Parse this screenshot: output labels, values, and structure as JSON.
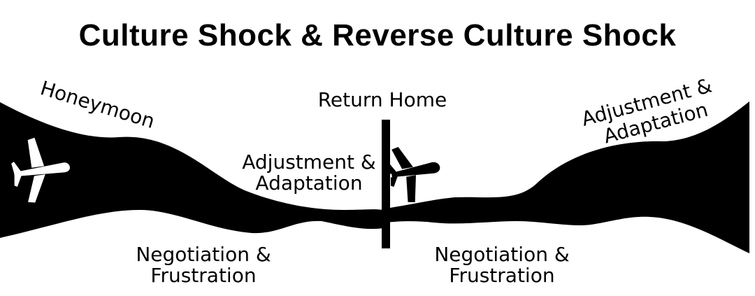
{
  "title": "Culture Shock & Reverse Culture Shock",
  "labels": {
    "honeymoon": "Honeymoon",
    "return_home": "Return Home",
    "adjust_mid_1": "Adjustment &",
    "adjust_mid_2": "Adaptation",
    "adjust_right_1": "Adjustment &",
    "adjust_right_2": "Adaptation",
    "neg_left_1": "Negotiation &",
    "neg_left_2": "Frustration",
    "neg_right_1": "Negotiation &",
    "neg_right_2": "Frustration"
  },
  "icons": {
    "plane_left": "airplane-icon",
    "plane_right": "airplane-icon",
    "divider": "vertical-bar"
  },
  "colors": {
    "ink": "#000000",
    "background": "#ffffff"
  }
}
